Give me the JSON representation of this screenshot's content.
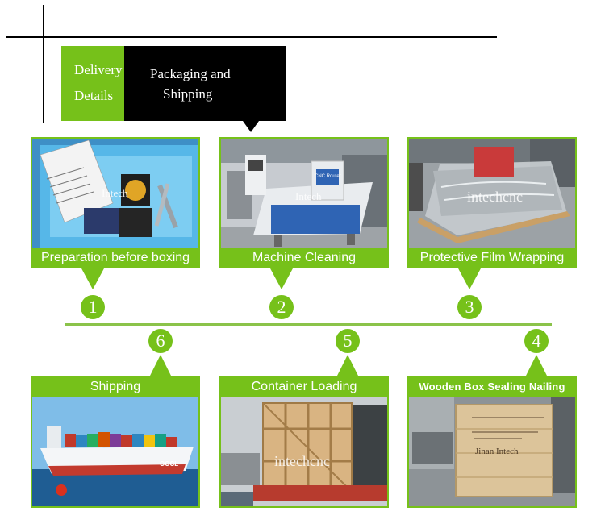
{
  "header": {
    "tab_left": [
      "Delivery",
      "Details"
    ],
    "tab_right": [
      "Packaging and",
      "Shipping"
    ]
  },
  "steps": [
    {
      "number": "1",
      "caption": "Preparation before boxing",
      "watermark": "Intech"
    },
    {
      "number": "2",
      "caption": "Machine Cleaning",
      "watermark": "Intech",
      "sign": "CNC Router"
    },
    {
      "number": "3",
      "caption": "Protective Film Wrapping",
      "watermark": "intechcnc"
    },
    {
      "number": "4",
      "caption": "Wooden Box Sealing Nailing",
      "crate_text": "Jinan Intech"
    },
    {
      "number": "5",
      "caption": "Container Loading",
      "watermark": "intechcnc"
    },
    {
      "number": "6",
      "caption": "Shipping",
      "ship_brand": "OOCL"
    }
  ],
  "colors": {
    "accent": "#76c11a",
    "dark": "#000000",
    "line": "#8bc34a"
  }
}
